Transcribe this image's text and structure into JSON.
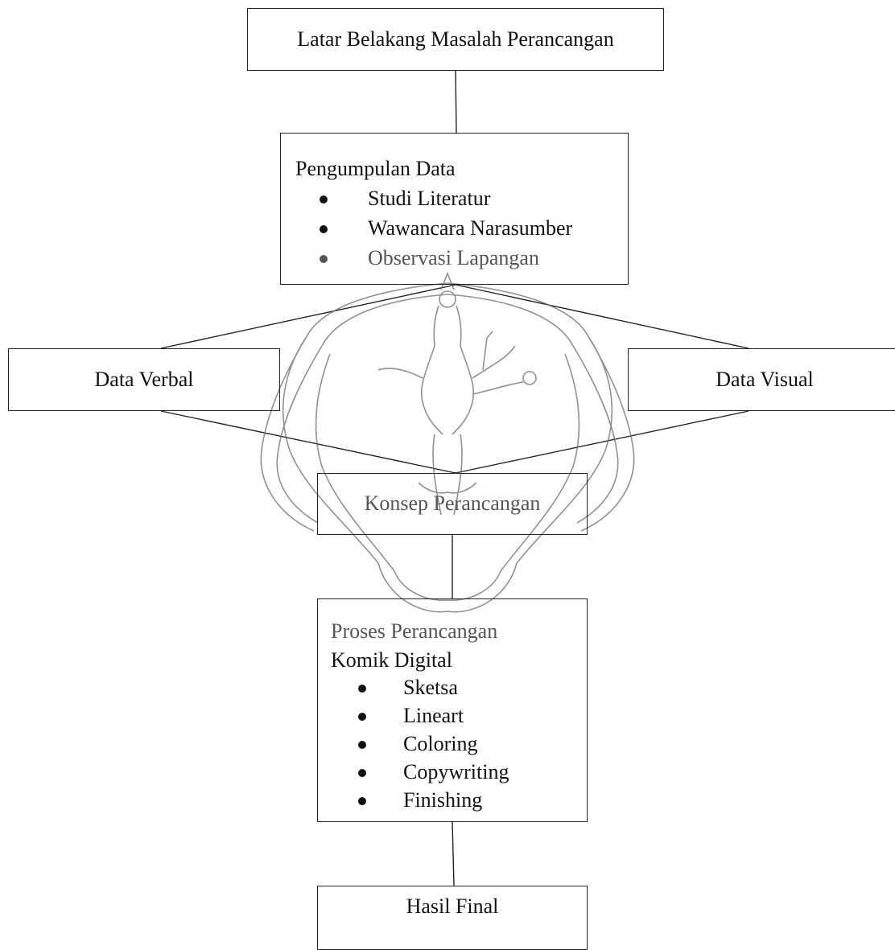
{
  "diagram": {
    "nodes": {
      "latar": {
        "label": "Latar Belakang Masalah Perancangan"
      },
      "pengumpulan": {
        "title": "Pengumpulan Data",
        "items": [
          "Studi Literatur",
          "Wawancara Narasumber",
          "Observasi Lapangan"
        ]
      },
      "verbal": {
        "label": "Data Verbal"
      },
      "visual": {
        "label": "Data Visual"
      },
      "konsep": {
        "label": "Konsep Perancangan"
      },
      "proses": {
        "title_line1": "Proses Perancangan",
        "title_line2": "Komik Digital",
        "items": [
          "Sketsa",
          "Lineart",
          "Coloring",
          "Copywriting",
          "Finishing"
        ]
      },
      "hasil": {
        "label": "Hasil Final"
      }
    },
    "edges": [
      {
        "from": "latar",
        "to": "pengumpulan"
      },
      {
        "from": "pengumpulan",
        "to": "verbal"
      },
      {
        "from": "pengumpulan",
        "to": "visual"
      },
      {
        "from": "verbal",
        "to": "konsep"
      },
      {
        "from": "visual",
        "to": "konsep"
      },
      {
        "from": "konsep",
        "to": "proses"
      },
      {
        "from": "proses",
        "to": "hasil"
      }
    ]
  },
  "colors": {
    "line": "#222222",
    "text": "#111111",
    "watermark": "#6b6b6b"
  },
  "watermark": {
    "icon": "wayang-lotus-emblem-icon"
  }
}
